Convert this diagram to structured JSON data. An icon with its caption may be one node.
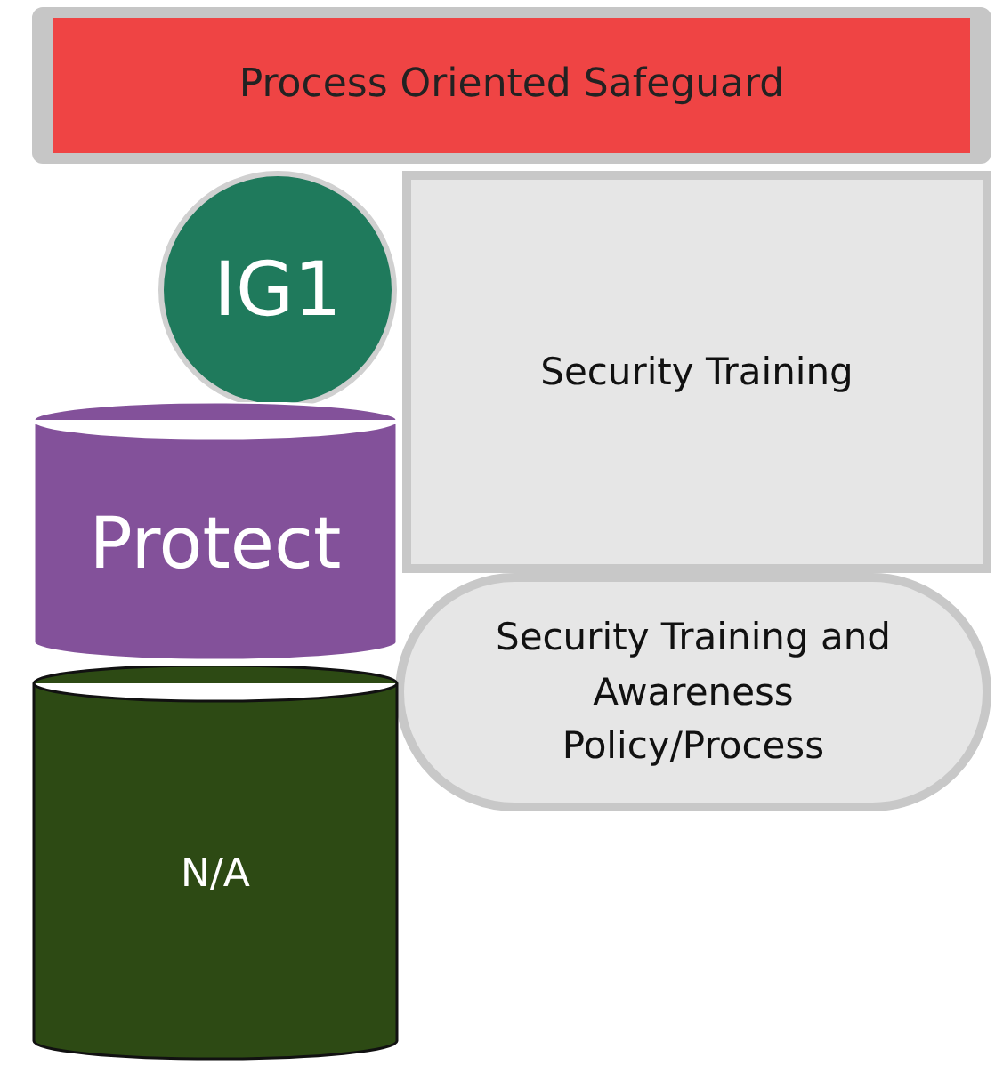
{
  "diagram": {
    "nodes": [
      {
        "text": [
          "Process Oriented Safeguard"
        ]
      },
      {
        "text": [
          "IG1"
        ]
      },
      {
        "text": [
          "Security Training"
        ]
      },
      {
        "text": [
          "Protect"
        ]
      },
      {
        "text": [
          "Security Training and Awareness Policy/Process"
        ]
      },
      {
        "text": [
          "N/A"
        ]
      }
    ]
  }
}
